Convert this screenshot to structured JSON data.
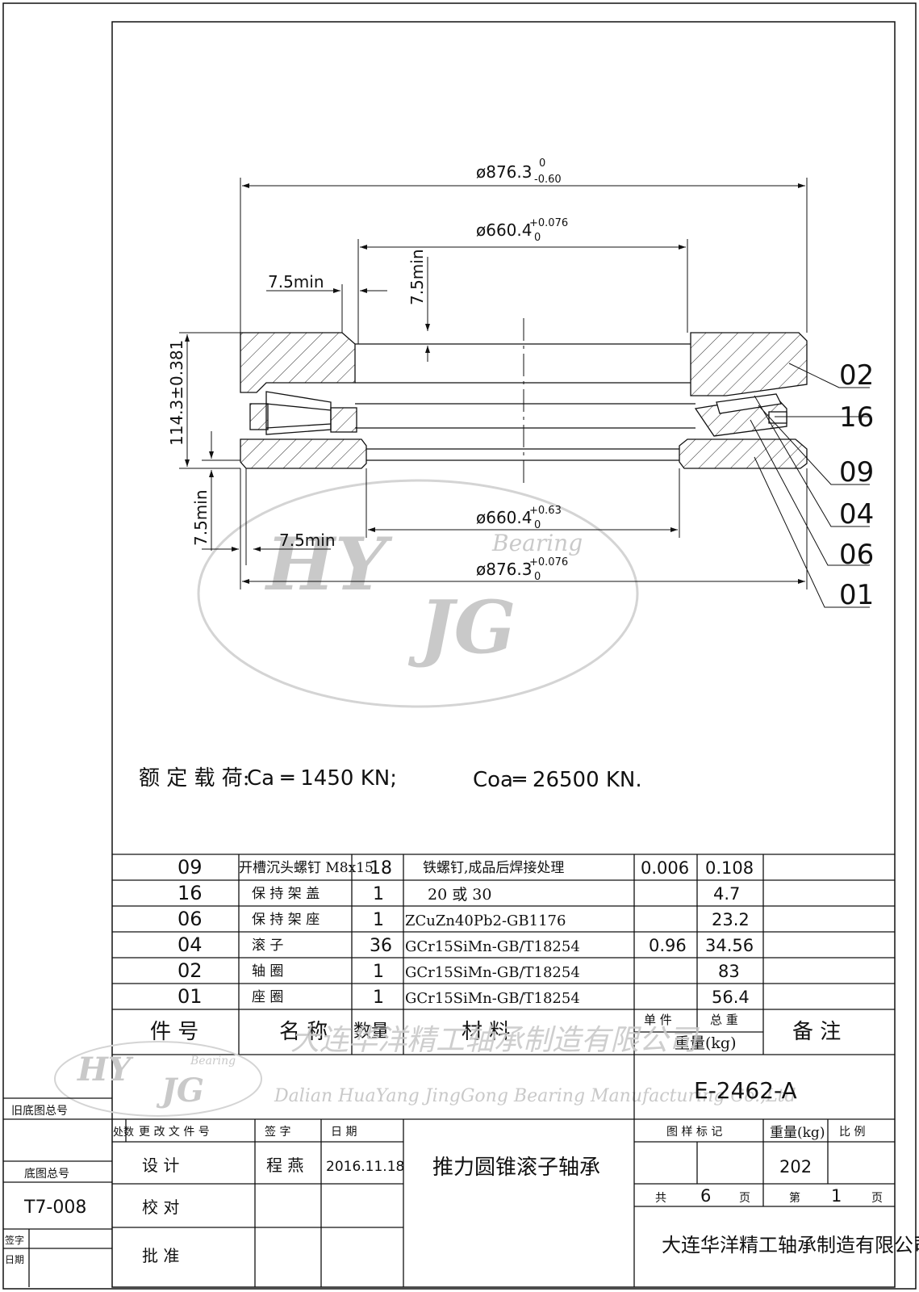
{
  "drawing": {
    "dims": {
      "od_top": "ø876.3",
      "od_top_tol_upper": "0",
      "od_top_tol_lower": "-0.60",
      "id_top": "ø660.4",
      "id_top_tol_upper": "+0.076",
      "id_top_tol_lower": "0",
      "chamfer_top_h": "7.5min",
      "chamfer_top_v": "7.5min",
      "height": "114.3±0.381",
      "chamfer_bot_v": "7.5min",
      "chamfer_bot_h": "7.5min",
      "id_bottom": "ø660.4",
      "id_bottom_tol_upper": "+0.63",
      "id_bottom_tol_lower": "0",
      "od_bottom": "ø876.3",
      "od_bottom_tol_upper": "+0.076",
      "od_bottom_tol_lower": "0"
    },
    "callouts": [
      "02",
      "16",
      "09",
      "04",
      "06",
      "01"
    ],
    "load_rating": {
      "label": "额 定 载 荷:",
      "ca": "Ca ═ 1450 KN;",
      "coa": "Coa═ 26500 KN."
    },
    "watermark": {
      "logo_top": "HY",
      "logo_bottom": "JG",
      "logo_script": "Bearing",
      "company_cn": "大连华洋精工轴承制造有限公司",
      "company_en": "Dalian HuaYang JingGong Bearing Manufacturing Co.,Ltd"
    }
  },
  "bom": {
    "rows": [
      {
        "no": "09",
        "name": "开槽沉头螺钉 M8x15",
        "qty": "18",
        "material": "铁螺钉,成品后焊接处理",
        "unit": "0.006",
        "total": "0.108",
        "note": ""
      },
      {
        "no": "16",
        "name": "保 持 架 盖",
        "qty": "1",
        "material": "20 或 30",
        "unit": "",
        "total": "4.7",
        "note": ""
      },
      {
        "no": "06",
        "name": "保 持 架 座",
        "qty": "1",
        "material": "ZCuZn40Pb2-GB1176",
        "unit": "",
        "total": "23.2",
        "note": ""
      },
      {
        "no": "04",
        "name": "滚     子",
        "qty": "36",
        "material": "GCr15SiMn-GB/T18254",
        "unit": "0.96",
        "total": "34.56",
        "note": ""
      },
      {
        "no": "02",
        "name": "轴     圈",
        "qty": "1",
        "material": "GCr15SiMn-GB/T18254",
        "unit": "",
        "total": "83",
        "note": ""
      },
      {
        "no": "01",
        "name": "座     圈",
        "qty": "1",
        "material": "GCr15SiMn-GB/T18254",
        "unit": "",
        "total": "56.4",
        "note": ""
      }
    ],
    "header": {
      "no": "件   号",
      "name": "名  称",
      "qty": "数量",
      "material": "材   料",
      "unit": "单 件",
      "total": "总 重",
      "weight": "重量(kg)",
      "note": "备   注"
    }
  },
  "title_block": {
    "drawing_no": "E-2462-A",
    "old_base_label": "旧底图总号",
    "base_label": "底图总号",
    "base_no": "T7-008",
    "sign_label": "签字",
    "date_label": "日期",
    "chg_mark": "处数",
    "chg_doc": "更 改 文 件 号",
    "chg_sign": "签   字",
    "chg_date": "日   期",
    "design": "设   计",
    "designer": "程  燕",
    "design_date": "2016.11.18",
    "check": "校   对",
    "approve": "批   准",
    "product_name": "推力圆锥滚子轴承",
    "stage_label": "图 样 标 记",
    "weight_label": "重量(kg)",
    "weight": "202",
    "scale_label": "比  例",
    "total_sheets_label": "共",
    "total_sheets": "6",
    "page_unit": "页",
    "sheet_label": "第",
    "sheet_no": "1",
    "company": "大连华洋精工轴承制造有限公司"
  }
}
